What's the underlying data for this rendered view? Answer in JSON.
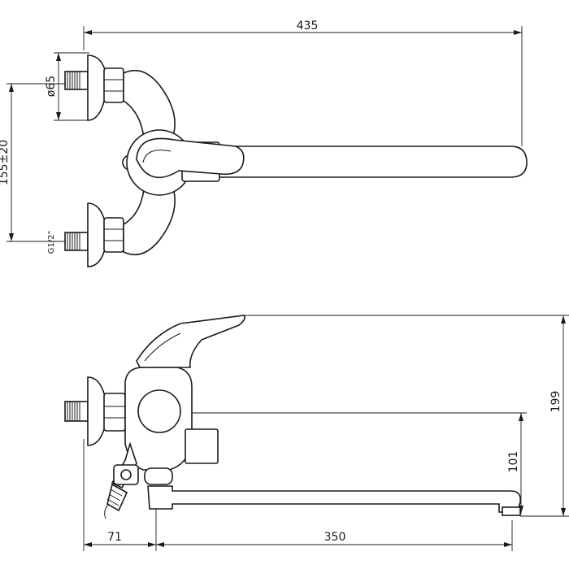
{
  "dimensions": {
    "overall_length": "435",
    "diameter": "ø65",
    "center_distance": "155±20",
    "thread": "G1/2\"",
    "height": "199",
    "spout_height": "101",
    "offset": "71",
    "spout_length": "350"
  }
}
